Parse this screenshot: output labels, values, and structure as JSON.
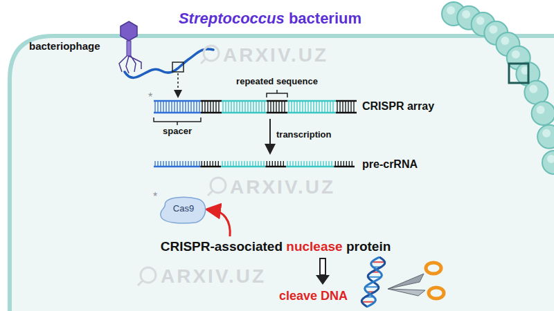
{
  "diagram": {
    "title": "Streptococcus bacterium",
    "nodes": [
      {
        "text": [
          "Cas9"
        ]
      }
    ],
    "edges": [],
    "labels": [
      "bacteriophage",
      "repeated sequence",
      "*",
      "CRISPR array",
      "spacer",
      "transcription",
      "pre-crRNA",
      "*",
      "CRISPR-associated nuclease protein",
      "cleave DNA",
      "ARXIV.UZ",
      "ARXIV.UZ",
      "ARXIV.UZ"
    ]
  }
}
